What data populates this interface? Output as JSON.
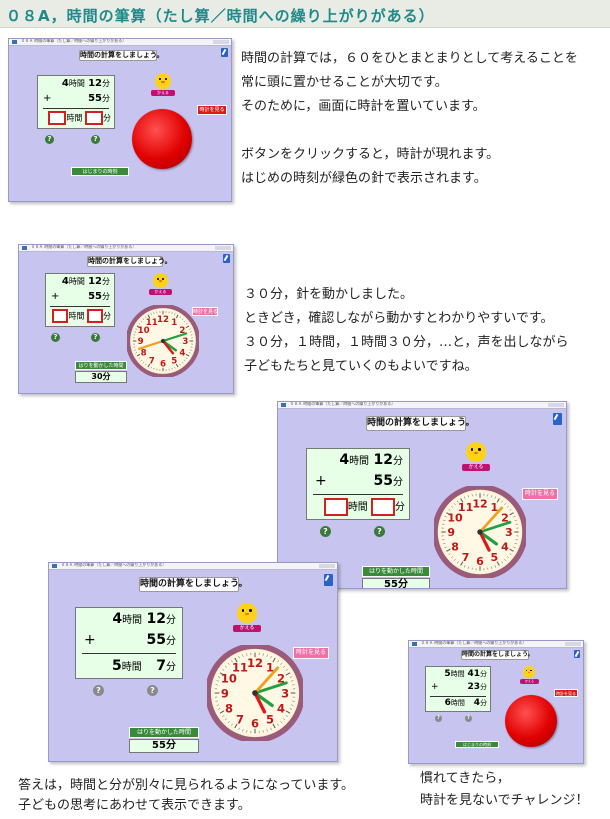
{
  "header": {
    "title": "０８A，時間の筆算（たし算／時間への繰り上がりがある）"
  },
  "paragraphs": {
    "p1": [
      "時間の計算では，６０をひとまとまりとして考えることを",
      "常に頭に置かせることが大切です。",
      "そのために，画面に時計を置いています。",
      "",
      "ボタンをクリックすると，時計が現れます。",
      "はじめの時刻が緑色の針で表示されます。"
    ],
    "p2": [
      "３０分，針を動かしました。",
      "ときどき，確認しながら動かすとわかりやすいです。",
      "３０分，１時間，１時間３０分，…と，声を出しながら",
      "子どもたちと見ていくのもよいですね。"
    ],
    "p3": [
      "答えは，時間と分が別々に見られるようになっています。",
      "子どもの思考にあわせて表示できます。"
    ],
    "p4": [
      "慣れてきたら，",
      "時計を見ないでチャレンジ！"
    ]
  },
  "app": {
    "window_title": "０８Ａ 時間の筆算（たし算／時間への繰り上がりがある）",
    "heading": "時間の計算をしましょう。",
    "hours_unit": "時間",
    "minutes_unit": "分",
    "plus": "+",
    "help_glyph": "?",
    "show_clock_label": "時計を見る",
    "start_clock_label": "はじまりの時刻",
    "elapsed_label": "はりを動かした時間",
    "chick_label": "かえる",
    "problem1": {
      "h1": "4",
      "m1": "12",
      "m2": "55",
      "ans_h": "5",
      "ans_m": "7"
    },
    "problem2": {
      "h1": "5",
      "m1": "41",
      "m2": "23",
      "ans_h": "6",
      "ans_m": "4"
    },
    "elapsed_30": "30分",
    "elapsed_55": "55分"
  },
  "colors": {
    "accent": "#1f8a8a",
    "window_bg": "#c8c4f0",
    "card_bg": "#e6ffe6",
    "answer_box": "#d02020",
    "green_hand": "#20a040"
  }
}
